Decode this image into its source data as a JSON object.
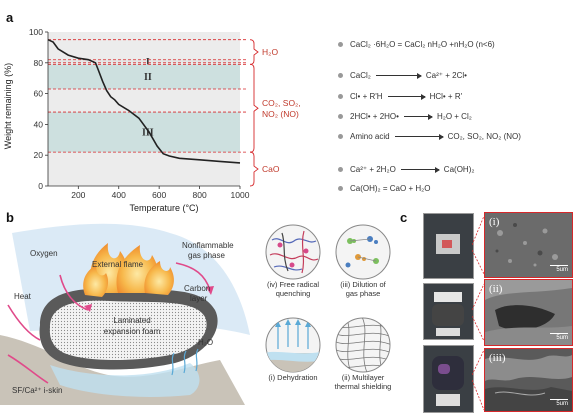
{
  "panels": {
    "a": "a",
    "b": "b",
    "c": "c"
  },
  "chart_data": {
    "type": "line",
    "xlabel": "Temperature (°C)",
    "ylabel": "Weight remaining (%)",
    "xlim": [
      50,
      1000
    ],
    "ylim": [
      0,
      100
    ],
    "xticks": [
      200,
      400,
      600,
      800,
      1000
    ],
    "yticks": [
      0,
      20,
      40,
      60,
      80,
      100
    ],
    "x": [
      50,
      75,
      100,
      150,
      200,
      250,
      285,
      300,
      320,
      340,
      360,
      380,
      400,
      450,
      500,
      550,
      590,
      620,
      650,
      700,
      800,
      900,
      1000
    ],
    "y": [
      95,
      93.5,
      89,
      85,
      83,
      82,
      80,
      75,
      68,
      62,
      58,
      56,
      53,
      49,
      44,
      35,
      26,
      21,
      19.5,
      18,
      17,
      16,
      15
    ],
    "regions": [
      {
        "label": "I",
        "from": 80,
        "to": 82,
        "color": "#e6e6e6"
      },
      {
        "label": "II",
        "from": 63,
        "to": 79,
        "color": "#cde0df"
      },
      {
        "label": "III",
        "from": 22,
        "to": 48,
        "color": "#cde0df"
      }
    ],
    "bracket_labels": [
      "H₂O",
      "CO₂, SO₂,",
      "NO₂ (NO)",
      "CaO"
    ],
    "colors": {
      "curve": "#222222",
      "dash": "#d6282b",
      "bg": "#ececec"
    }
  },
  "equations": [
    {
      "lhs": "CaCl₂ ·6H₂O = CaCl₂ nH₂O +nH₂O  (n<6)",
      "rhs": ""
    },
    {
      "lhs": "CaCl₂",
      "rhs": "Ca²⁺ + 2Cl•"
    },
    {
      "lhs": "Cl• + R'H",
      "rhs": "HCl• + R'"
    },
    {
      "lhs": "2HCl• + 2HO•",
      "rhs": "H₂O + Cl₂"
    },
    {
      "lhs": "Amino acid",
      "rhs": "CO₂, SO₂, NO₂ (NO)"
    },
    {
      "lhs": "Ca²⁺ + 2H₂O",
      "rhs": "Ca(OH)₂"
    },
    {
      "lhs": "Ca(OH)₂ = CaO + H₂O",
      "rhs": ""
    }
  ],
  "diagram_b": {
    "oxygen": "Oxygen",
    "external_flame": "External flame",
    "nonflammable_1": "Nonflammable",
    "nonflammable_2": "gas phase",
    "heat": "Heat",
    "carbon_1": "Carbon",
    "carbon_2": "layer",
    "foam_1": "Laminated",
    "foam_2": "expansion foam",
    "h2o": "H₂O",
    "skin": "SF/Ca²⁺ i-skin"
  },
  "mechanisms": [
    {
      "line1": "(iv) Free radical",
      "line2": "quenching"
    },
    {
      "line1": "(iii) Dilution of",
      "line2": "gas phase"
    },
    {
      "line1": "(i) Dehydration",
      "line2": ""
    },
    {
      "line1": "(ii) Multilayer",
      "line2": "thermal shielding"
    }
  ],
  "sem": [
    {
      "label": "(i)",
      "scale": "5um"
    },
    {
      "label": "(ii)",
      "scale": "5um"
    },
    {
      "label": "(iii)",
      "scale": "5um"
    }
  ]
}
